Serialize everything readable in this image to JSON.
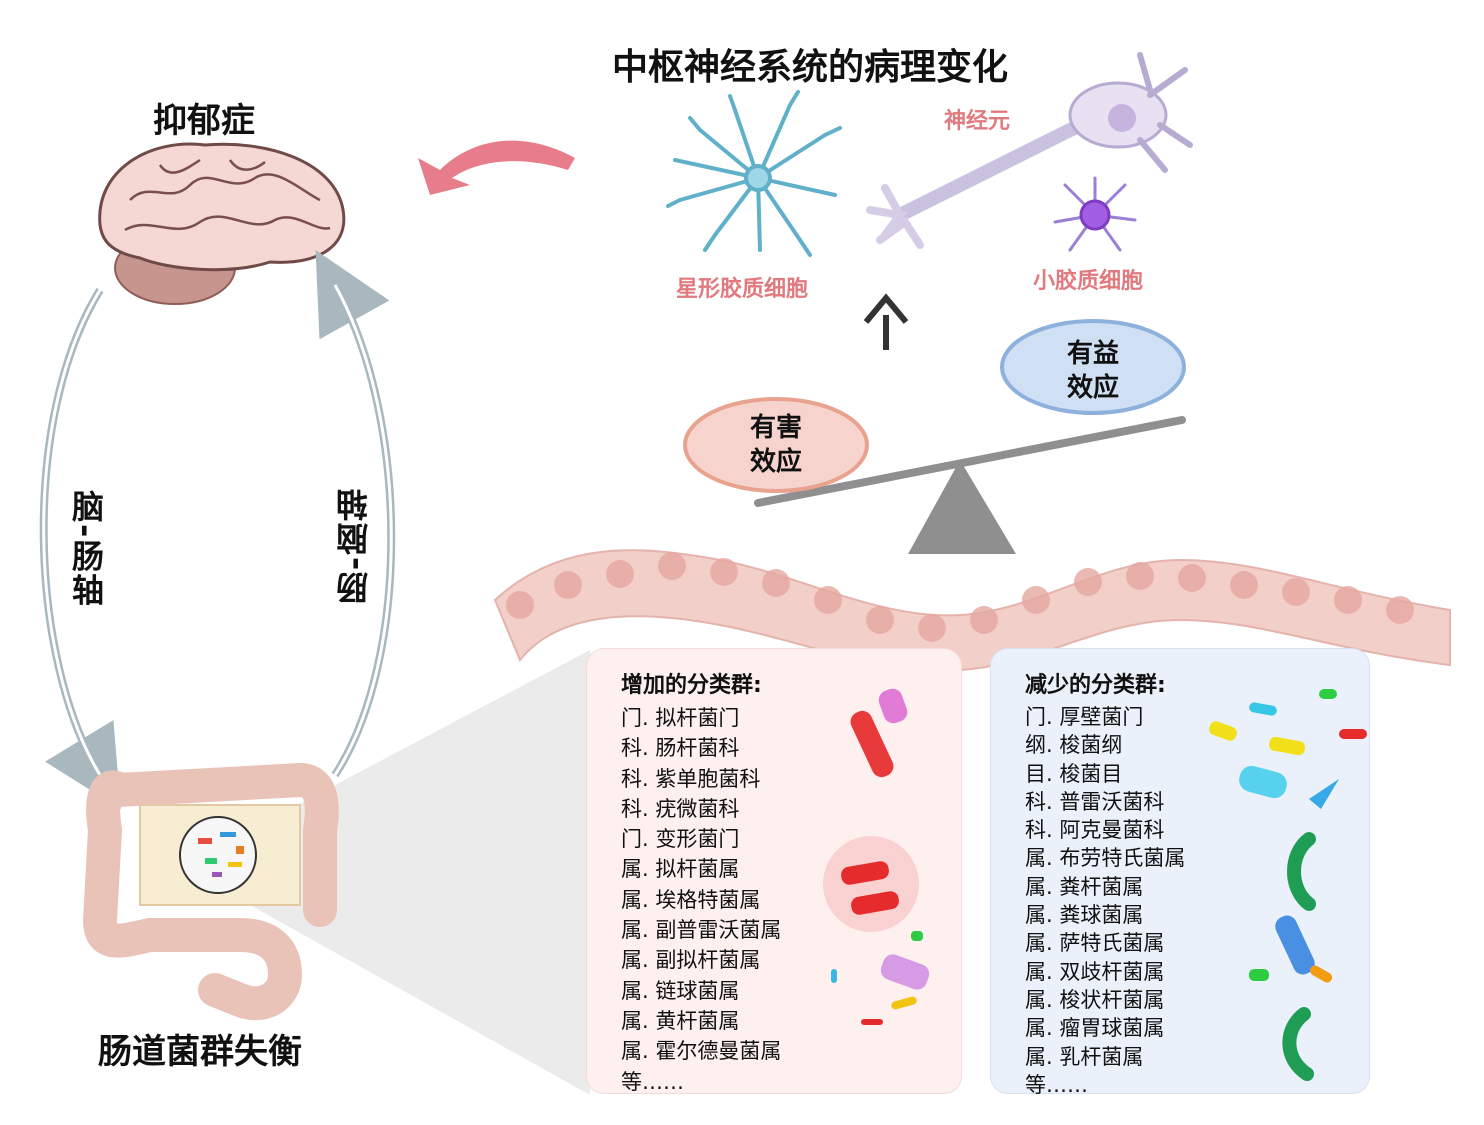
{
  "cns_title": "中枢神经系统的病理变化",
  "depression": "抑郁症",
  "dysbiosis": "肠道菌群失衡",
  "axis_brain_gut": "脑-肠轴",
  "axis_gut_brain": "肠-脑轴",
  "cells": {
    "neuron": "神经元",
    "astrocyte": "星形胶质细胞",
    "microglia": "小胶质细胞"
  },
  "effects": {
    "harmful": [
      "有害",
      "效应"
    ],
    "beneficial": [
      "有益",
      "效应"
    ]
  },
  "increased": {
    "title": "增加的分类群:",
    "items": [
      "门. 拟杆菌门",
      "科. 肠杆菌科",
      "科. 紫单胞菌科",
      "科. 疣微菌科",
      "门. 变形菌门",
      "属. 拟杆菌属",
      "属. 埃格特菌属",
      "属. 副普雷沃菌属",
      "属. 副拟杆菌属",
      "属. 链球菌属",
      "属. 黄杆菌属",
      "属. 霍尔德曼菌属",
      "等……"
    ]
  },
  "decreased": {
    "title": "减少的分类群:",
    "items": [
      "门. 厚壁菌门",
      "纲. 梭菌纲",
      "目. 梭菌目",
      "科. 普雷沃菌科",
      "科. 阿克曼菌科",
      "属. 布劳特氏菌属",
      "属. 粪杆菌属",
      "属. 粪球菌属",
      "属. 萨特氏菌属",
      "属. 双歧杆菌属",
      "属. 梭状杆菌属",
      "属. 瘤胃球菌属",
      "属. 乳杆菌属",
      "等……"
    ]
  },
  "colors": {
    "harmful_fill": "#f6d3cd",
    "beneficial_fill": "#cfdff4",
    "arrow_pink": "#e77d8a",
    "cell_label": "#e07a7f"
  }
}
